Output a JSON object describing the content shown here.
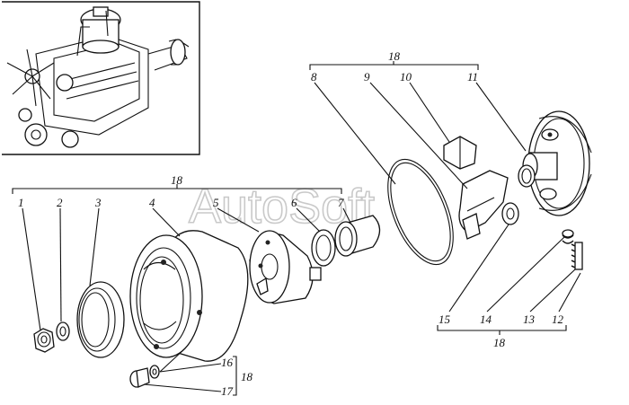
{
  "watermark": "AutoSoft",
  "callouts": {
    "n1": "1",
    "n2": "2",
    "n3": "3",
    "n4": "4",
    "n5": "5",
    "n6": "6",
    "n7": "7",
    "n8": "8",
    "n9": "9",
    "n10": "10",
    "n11": "11",
    "n12": "12",
    "n13": "13",
    "n14": "14",
    "n15": "15",
    "n16": "16",
    "n17": "17"
  },
  "groups": {
    "top_right": "18",
    "left": "18",
    "bottom_right": "18",
    "bottom_bracket": "18"
  }
}
